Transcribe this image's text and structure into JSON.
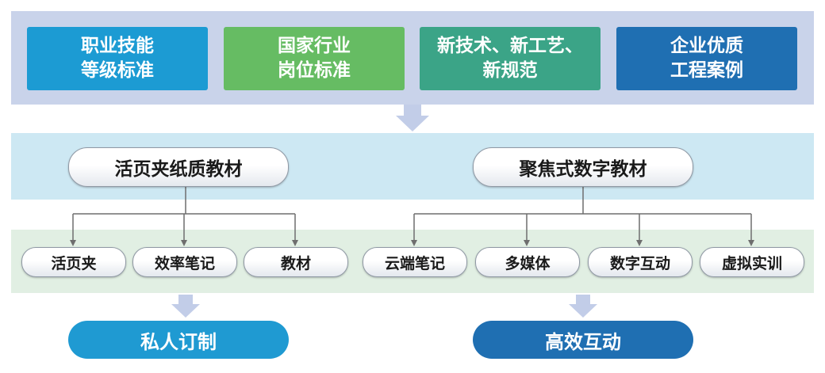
{
  "sources": [
    {
      "label": "职业技能\n等级标准",
      "color": "#1c9bd3"
    },
    {
      "label": "国家行业\n岗位标准",
      "color": "#66bc63"
    },
    {
      "label": "新技术、新工艺、\n新规范",
      "color": "#3ba487"
    },
    {
      "label": "企业优质\n工程案例",
      "color": "#1f6fb2"
    }
  ],
  "textbooks": [
    {
      "label": "活页夹纸质教材"
    },
    {
      "label": "聚焦式数字教材"
    }
  ],
  "left_features": [
    "活页夹",
    "效率笔记",
    "教材"
  ],
  "right_features": [
    "云端笔记",
    "多媒体",
    "数字互动",
    "虚拟实训"
  ],
  "outcomes": [
    {
      "label": "私人订制",
      "color": "#1f9ad2"
    },
    {
      "label": "高效互动",
      "color": "#1f6fb2"
    }
  ],
  "colors": {
    "band_top": "#c9d3ea",
    "band_mid": "#cde8f3",
    "band_bot": "#e1efe3",
    "arrow": "#c2cde8",
    "connector": "#6e6e6e"
  }
}
